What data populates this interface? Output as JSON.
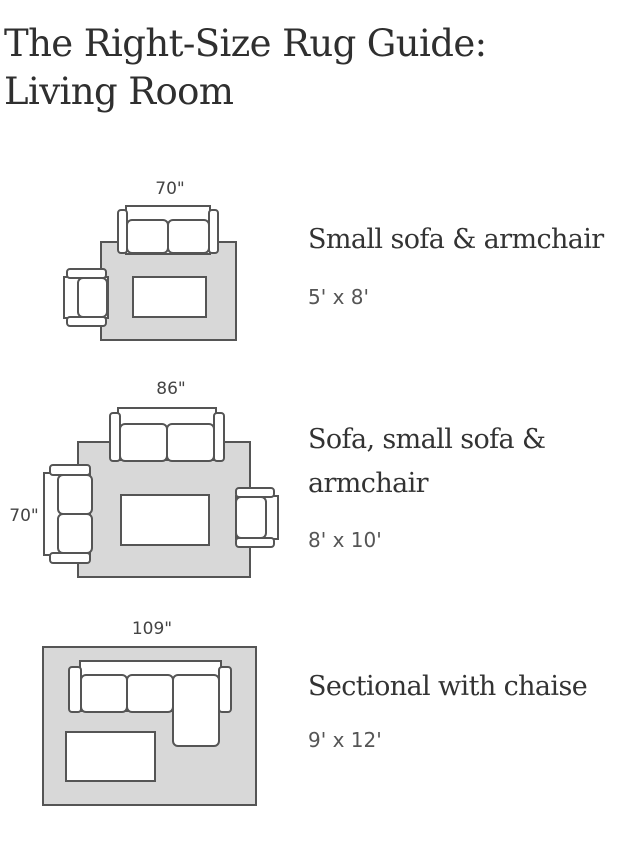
{
  "title": {
    "line1": "The Right-Size Rug Guide:",
    "line2": "Living Room"
  },
  "sections": [
    {
      "name": "Small sofa & armchair",
      "size": "5' x 8'",
      "dim_top": "70\""
    },
    {
      "name_line1": "Sofa, small sofa &",
      "name_line2": "armchair",
      "size": "8' x 10'",
      "dim_top": "86\"",
      "dim_left": "70\""
    },
    {
      "name": "Sectional with chaise",
      "size": "9' x 12'",
      "dim_top": "109\""
    }
  ],
  "colors": {
    "rug": "#d8d8d8",
    "outline": "#555555",
    "text": "#333333"
  }
}
